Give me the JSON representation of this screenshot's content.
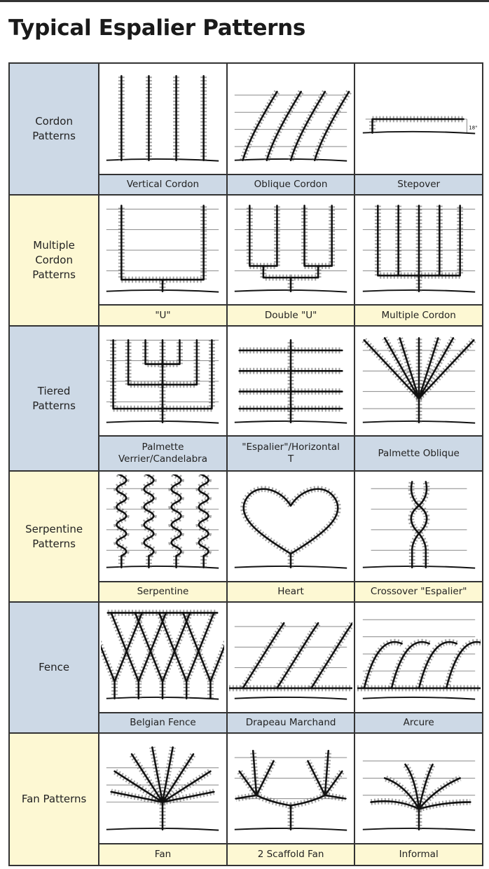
{
  "title": "Typical Espalier Patterns",
  "colors": {
    "blue_row": "#cdd9e6",
    "cream_row": "#fdf8d3",
    "border": "#333333"
  },
  "rows": [
    {
      "category": "Cordon\nPatterns",
      "tone": "blue",
      "patterns": [
        {
          "name": "Vertical Cordon",
          "icon": "vertical"
        },
        {
          "name": "Oblique Cordon",
          "icon": "oblique"
        },
        {
          "name": "Stepover",
          "icon": "stepover",
          "note": "18\""
        }
      ]
    },
    {
      "category": "Multiple\nCordon\nPatterns",
      "tone": "cream",
      "patterns": [
        {
          "name": "\"U\"",
          "icon": "u"
        },
        {
          "name": "Double \"U\"",
          "icon": "doubleu"
        },
        {
          "name": "Multiple Cordon",
          "icon": "multi"
        }
      ]
    },
    {
      "category": "Tiered\nPatterns",
      "tone": "blue",
      "patterns": [
        {
          "name": "Palmette\nVerrier/Candelabra",
          "icon": "verrier"
        },
        {
          "name": "\"Espalier\"/Horizontal\nT",
          "icon": "horizontal"
        },
        {
          "name": "Palmette Oblique",
          "icon": "poblique"
        }
      ]
    },
    {
      "category": "Serpentine\nPatterns",
      "tone": "cream",
      "patterns": [
        {
          "name": "Serpentine",
          "icon": "serpentine"
        },
        {
          "name": "Heart",
          "icon": "heart"
        },
        {
          "name": "Crossover \"Espalier\"",
          "icon": "crossover"
        }
      ]
    },
    {
      "category": "Fence",
      "tone": "blue",
      "patterns": [
        {
          "name": "Belgian Fence",
          "icon": "belgian"
        },
        {
          "name": "Drapeau Marchand",
          "icon": "drapeau"
        },
        {
          "name": "Arcure",
          "icon": "arcure"
        }
      ]
    },
    {
      "category": "Fan Patterns",
      "tone": "cream",
      "patterns": [
        {
          "name": "Fan",
          "icon": "fan"
        },
        {
          "name": "2 Scaffold Fan",
          "icon": "scaffold"
        },
        {
          "name": "Informal",
          "icon": "informal"
        }
      ]
    }
  ]
}
